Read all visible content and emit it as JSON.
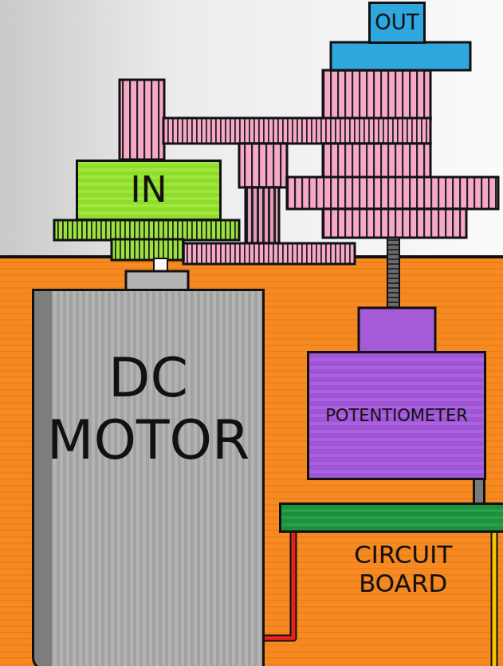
{
  "diagram": {
    "nodes": [
      {
        "text": [
          "OUT"
        ]
      },
      {
        "text": [
          "IN"
        ]
      },
      {
        "text": [
          "DC MOTOR"
        ]
      },
      {
        "text": [
          "POTENTIOMETER"
        ]
      },
      {
        "text": [
          "CIRCUIT BOARD"
        ]
      }
    ],
    "edges": [
      {
        "from": 4,
        "to": 2,
        "arrow": "none"
      },
      {
        "from": 3,
        "to": 4,
        "arrow": "none"
      }
    ]
  }
}
